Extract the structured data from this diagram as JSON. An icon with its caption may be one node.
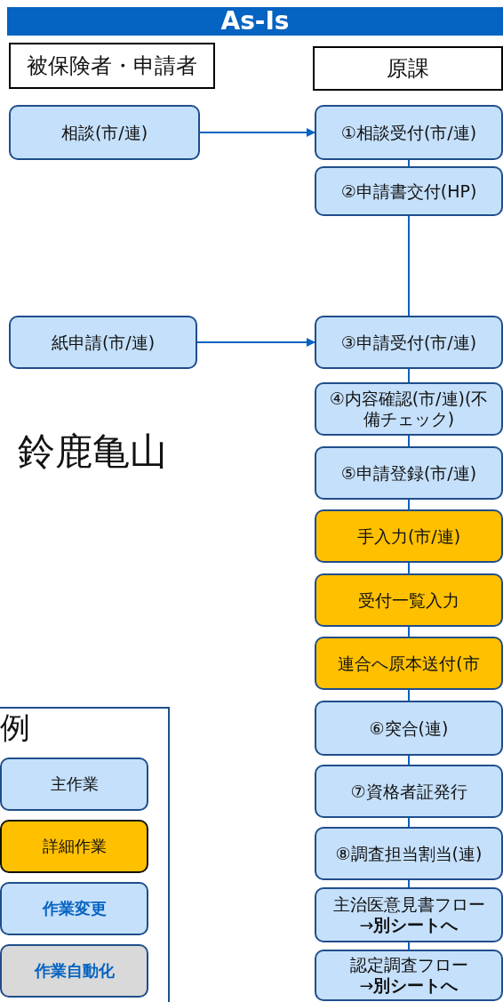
{
  "diagram": {
    "title": "As-Is",
    "nodes": [
      {
        "text": [
          "被保険者・申請者"
        ]
      },
      {
        "text": [
          "原課"
        ]
      },
      {
        "text": [
          "相談(市/連)"
        ]
      },
      {
        "text": [
          "①相談受付(市/連)"
        ]
      },
      {
        "text": [
          "②申請書交付(HP)"
        ]
      },
      {
        "text": [
          "紙申請(市/連)"
        ]
      },
      {
        "text": [
          "③申請受付(市/連)"
        ]
      },
      {
        "text": [
          "④内容確認(市/連)(不備チェック)"
        ]
      },
      {
        "text": [
          "⑤申請登録(市/連)"
        ]
      },
      {
        "text": [
          "手入力(市/連)"
        ]
      },
      {
        "text": [
          "受付一覧入力"
        ]
      },
      {
        "text": [
          "連合へ原本送付(市"
        ]
      },
      {
        "text": [
          "⑥突合(連)"
        ]
      },
      {
        "text": [
          "⑦資格者証発行"
        ]
      },
      {
        "text": [
          "⑧調査担当割当(連)"
        ]
      },
      {
        "text": [
          "主治医意見書フロー→**別シートへ**"
        ]
      },
      {
        "text": [
          "認定調査フロー→**別シートへ**"
        ]
      }
    ],
    "edges": [
      {
        "from": 2,
        "to": 3,
        "arrow": "to"
      },
      {
        "from": 5,
        "to": 6,
        "arrow": "to"
      },
      {
        "from": 3,
        "to": 4,
        "arrow": "none"
      },
      {
        "from": 4,
        "to": 6,
        "arrow": "none"
      },
      {
        "from": 6,
        "to": 7,
        "arrow": "none"
      },
      {
        "from": 7,
        "to": 8,
        "arrow": "none"
      },
      {
        "from": 8,
        "to": 9,
        "arrow": "none"
      },
      {
        "from": 9,
        "to": 10,
        "arrow": "none"
      },
      {
        "from": 10,
        "to": 11,
        "arrow": "none"
      },
      {
        "from": 11,
        "to": 12,
        "arrow": "none"
      },
      {
        "from": 12,
        "to": 13,
        "arrow": "none"
      },
      {
        "from": 13,
        "to": 14,
        "arrow": "none"
      },
      {
        "from": 14,
        "to": 15,
        "arrow": "none"
      },
      {
        "from": 15,
        "to": 16,
        "arrow": "none"
      }
    ],
    "labels": [
      "鈴鹿亀山",
      "例"
    ],
    "legend": [
      {
        "text": "主作業",
        "color": "#c5e0fb"
      },
      {
        "text": "詳細作業",
        "color": "#ffc000"
      },
      {
        "text": "作業変更",
        "color": "#c5e0fb"
      },
      {
        "text": "作業自動化",
        "color": "#d9d9d9"
      }
    ]
  }
}
